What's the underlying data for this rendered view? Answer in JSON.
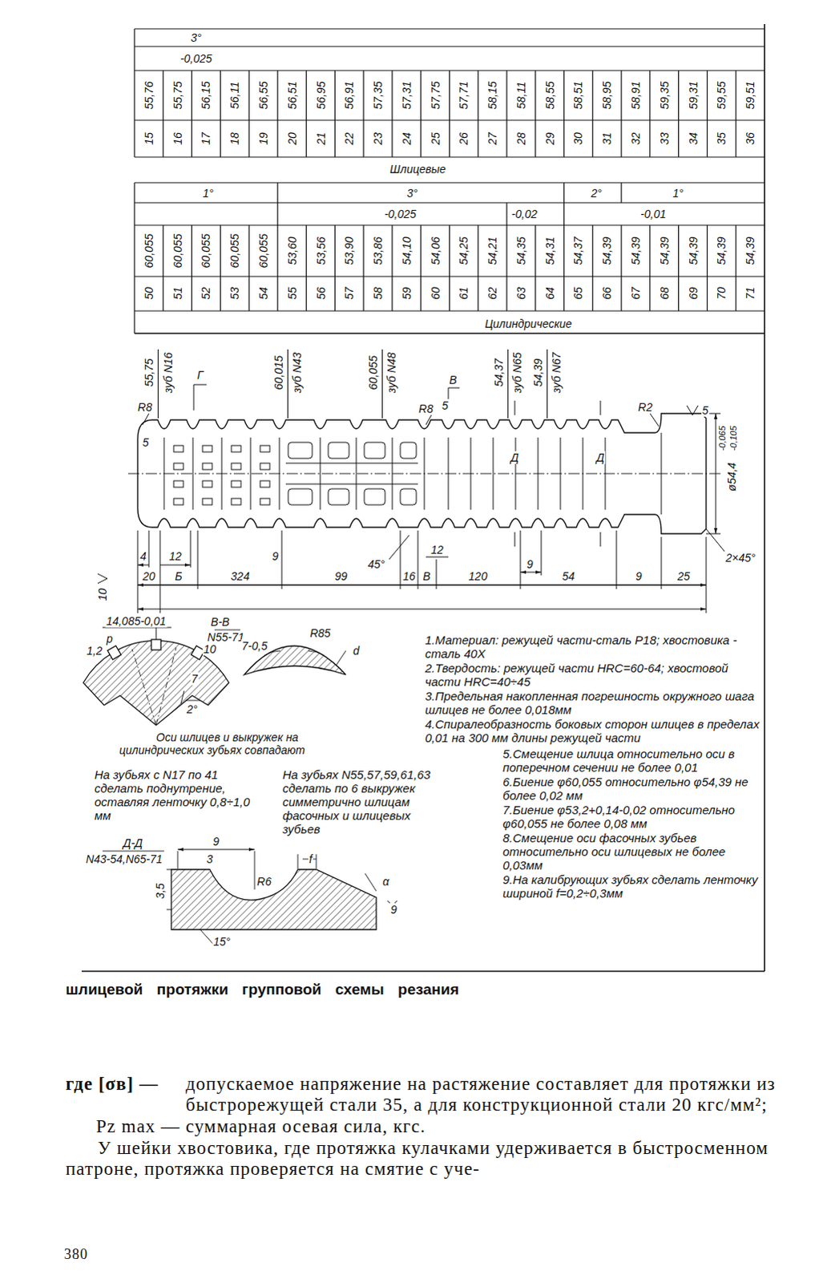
{
  "diagram": {
    "caption": "шлицевой протяжки групповой схемы резания",
    "labels": [
      "3°",
      "-0,025",
      "55,76",
      "55,75",
      "56,15",
      "56,11",
      "56,55",
      "56,51",
      "56,95",
      "56,91",
      "57,35",
      "57,31",
      "57,75",
      "57,71",
      "58,15",
      "58,11",
      "58,55",
      "58,51",
      "58,95",
      "58,91",
      "59,35",
      "59,31",
      "59,55",
      "59,51",
      "15",
      "16",
      "17",
      "18",
      "19",
      "20",
      "21",
      "22",
      "23",
      "24",
      "25",
      "26",
      "27",
      "28",
      "29",
      "30",
      "31",
      "32",
      "33",
      "34",
      "35",
      "36",
      "Шлицевые",
      "1°",
      "3°",
      "2°",
      "1°",
      "-0,025",
      "-0,02",
      "-0,01",
      "60,055",
      "60,055",
      "60,055",
      "60,055",
      "60,055",
      "53,60",
      "53,56",
      "53,90",
      "53,86",
      "54,10",
      "54,06",
      "54,25",
      "54,21",
      "54,35",
      "54,31",
      "54,37",
      "54,39",
      "54,39",
      "54,39",
      "54,39",
      "54,39",
      "54,39",
      "50",
      "51",
      "52",
      "53",
      "54",
      "55",
      "56",
      "57",
      "58",
      "59",
      "60",
      "61",
      "62",
      "63",
      "64",
      "65",
      "66",
      "67",
      "68",
      "69",
      "70",
      "71",
      "Цилиндрические",
      "55,75",
      "зуб N16",
      "Г",
      "60,015",
      "зуб N43",
      "60,055",
      "зуб N48",
      "В",
      "54,37",
      "зуб N65",
      "54,39",
      "зуб N67",
      "R8",
      "5",
      "R8",
      "5",
      "R2",
      "5",
      "ø54,4",
      "-0,065",
      "-0,105",
      "Д",
      "Д",
      "4",
      "12",
      "20",
      "Б",
      "324",
      "9",
      "99",
      "45°",
      "16",
      "12",
      "В",
      "120",
      "9",
      "54",
      "9",
      "25",
      "2×45°",
      "10",
      "14,085-0,01",
      "1,2",
      "р",
      "10",
      "7",
      "2°",
      "В-В",
      "N55-71",
      "7-0,5",
      "R85",
      "d",
      "Оси шлицев и выкружек на цилиндрических зубьях совпадают",
      "На зубьях с N17 по 41 сделать поднутрение, оставляя ленточку 0,8÷1,0 мм",
      "На зубьях N55,57,59,61,63 сделать по 6 выкружек симметрично шлицам фасочных и шлицевых зубьев",
      "Д-Д",
      "N43-54,N65-71",
      "9",
      "3",
      "R6",
      "f",
      "α",
      "9",
      "3,5",
      "15°",
      "1.Материал: режущей части-сталь Р18; хвостовика - сталь 40Х",
      "2.Твердость: режущей части HRC=60-64; хвостовой части HRC=40÷45",
      "3.Предельная накопленная погрешность окружного шага шлицев не более 0,018мм",
      "4.Спиралеобразность боковых сторон шлицев в пределах 0,01 на 300 мм длины режущей части",
      "5.Смещение шлица относительно оси в поперечном сечении не более 0,01",
      "6.Биение φ60,055 относительно φ54,39 не более 0,02 мм",
      "7.Биение φ53,2+0,14-0,02 относительно φ60,055 не более 0,08 мм",
      "8.Смещение оси фасочных зубьев относительно оси шлицевых не более 0,03мм",
      "9.На калибрующих зубьях сделать ленточку шириной f=0,2÷0,3мм",
      "где [σв] —",
      "допускаемое напряжение на растяжение составляет для протяжки из быстрорежущей стали 35, а для конструкционной стали 20 кгс/мм²;",
      "Pz max —",
      "суммарная осевая сила, кгс.",
      "У шейки хвостовика, где протяжка кулачками удерживается в быстросменном патроне, протяжка проверяется на смятие с уче-",
      "380"
    ]
  }
}
